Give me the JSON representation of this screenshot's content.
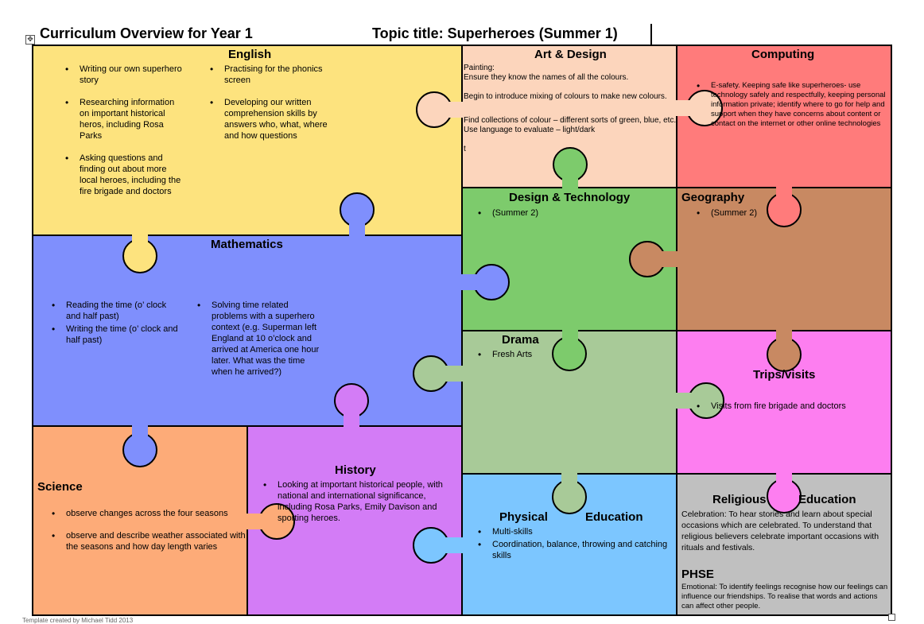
{
  "header": {
    "title": "Curriculum Overview for Year 1",
    "topic": "Topic title: Superheroes (Summer 1)",
    "move_glyph": "✥"
  },
  "colors": {
    "english": "#fde37e",
    "art": "#fcd5bc",
    "computing": "#ff7b7b",
    "maths": "#7f8ffd",
    "dt": "#7dcb6c",
    "geography": "#c88962",
    "drama": "#a8ca98",
    "trips": "#fd7ef0",
    "science": "#fdab78",
    "history": "#d37cf6",
    "pe": "#7cc6ff",
    "re": "#c0c0c0"
  },
  "english": {
    "title": "English",
    "col1": [
      "Writing our own superhero story",
      "Researching information on important historical heros, including Rosa Parks",
      "Asking questions and finding out about more local heroes, including the fire brigade and doctors"
    ],
    "col2": [
      "Practising for the phonics screen",
      "Developing our written comprehension skills by answers who, what, where and how questions"
    ]
  },
  "art": {
    "title": "Art & Design",
    "lines": [
      "Painting:",
      "Ensure they know the names of all the colours.",
      "",
      "Begin to introduce mixing of colours to make new colours.",
      "",
      "Find collections of colour – different sorts of green, blue, etc.",
      "Use language to evaluate – light/dark",
      "",
      "t"
    ]
  },
  "computing": {
    "title": "Computing",
    "items": [
      "E-safety.  Keeping safe like superheroes- use technology safely and respectfully, keeping personal information private; identify where to go for help and support when they have concerns about content or contact on the internet or other online technologies"
    ]
  },
  "maths": {
    "title": "Mathematics",
    "col1": [
      "Reading the time (o’ clock and half past)",
      "Writing the time (o’ clock and half past)"
    ],
    "col2": [
      "Solving time related problems with a superhero context (e.g. Superman left England at 10 o’clock and arrived at America one hour later. What was the time when he arrived?)"
    ]
  },
  "dt": {
    "title": "Design & Technology",
    "items": [
      "(Summer 2)"
    ]
  },
  "geography": {
    "title": "Geography",
    "items": [
      "(Summer 2)"
    ]
  },
  "drama": {
    "title": "Drama",
    "items": [
      "Fresh Arts"
    ]
  },
  "trips": {
    "title": "Trips/visits",
    "items": [
      "Visits from fire brigade and doctors"
    ]
  },
  "science": {
    "title": "Science",
    "items": [
      "observe changes across the four seasons",
      "observe and describe weather associated with the seasons and how day length varies"
    ]
  },
  "history": {
    "title": "History",
    "items": [
      "Looking at important historical people, with national and international significance, including Rosa Parks, Emily Davison and sporting heroes."
    ]
  },
  "pe": {
    "title_left": "Physical",
    "title_right": "Education",
    "items": [
      "Multi-skills",
      "Coordination, balance, throwing and catching skills"
    ]
  },
  "re": {
    "title_left": "Religious",
    "title_right": "Education",
    "text": "Celebration: To hear stories and learn about special occasions which are celebrated. To understand that religious believers celebrate important occasions with rituals and festivals."
  },
  "phse": {
    "title": "PHSE",
    "text": "Emotional: To identify feelings recognise how our feelings can influence our friendships. To realise that words and actions can affect other people."
  },
  "footer": "Template created by Michael Tidd 2013"
}
